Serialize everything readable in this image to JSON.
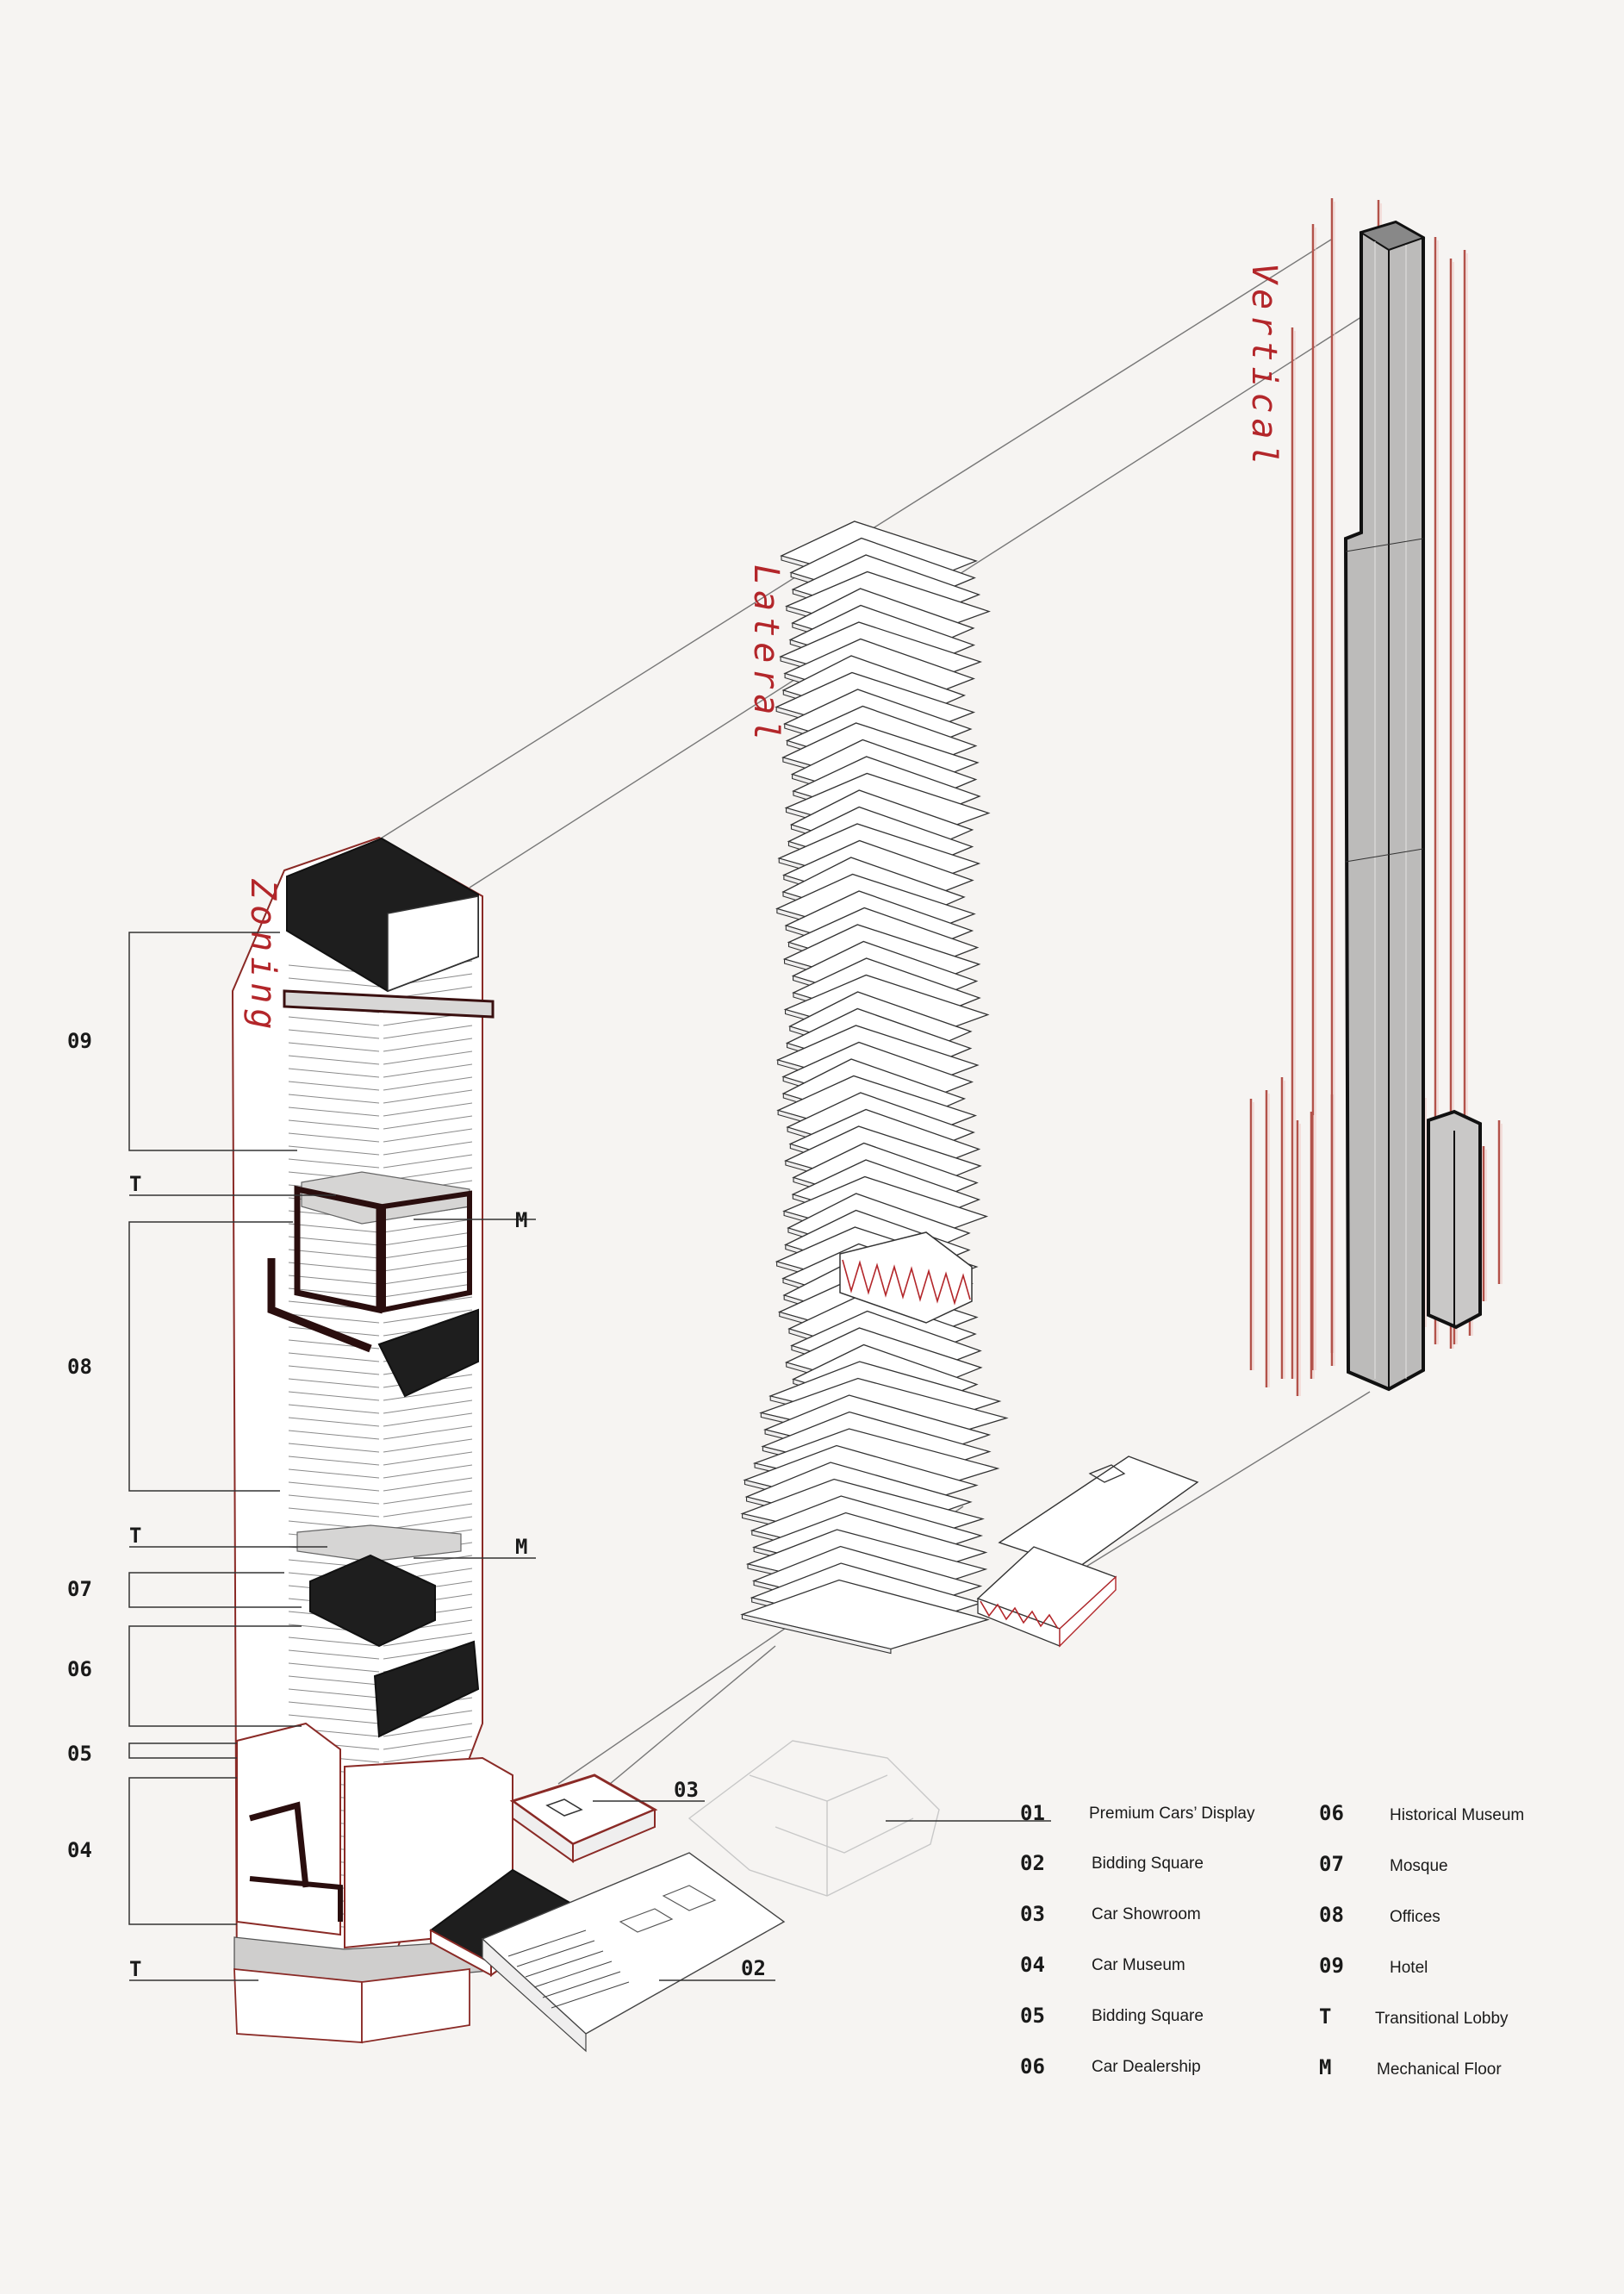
{
  "axis_titles": {
    "zoning": "Zoning",
    "lateral": "Lateral",
    "vertical": "Vertical"
  },
  "zone_labels": {
    "z09": "09",
    "t_upper": "T",
    "m_upper": "M",
    "z08": "08",
    "t_middle": "T",
    "m_middle": "M",
    "z07": "07",
    "z06": "06",
    "z05": "05",
    "z04": "04",
    "t_lower": "T",
    "z03": "03",
    "z02": "02"
  },
  "legend": {
    "left": [
      {
        "code": "01",
        "name": "Premium Cars’ Display"
      },
      {
        "code": "02",
        "name": "Bidding Square"
      },
      {
        "code": "03",
        "name": "Car Showroom"
      },
      {
        "code": "04",
        "name": "Car Museum"
      },
      {
        "code": "05",
        "name": "Bidding Square"
      },
      {
        "code": "06",
        "name": "Car Dealership"
      }
    ],
    "right": [
      {
        "code": "06",
        "name": "Historical Museum"
      },
      {
        "code": "07",
        "name": "Mosque"
      },
      {
        "code": "08",
        "name": "Offices"
      },
      {
        "code": "09",
        "name": "Hotel"
      },
      {
        "code": "T",
        "name": "Transitional Lobby"
      },
      {
        "code": "M",
        "name": "Mechanical Floor"
      }
    ]
  },
  "colors": {
    "background": "#f6f4f2",
    "accent_red": "#b3262a",
    "dark_fill": "#1e1e1e",
    "line": "#333333"
  }
}
